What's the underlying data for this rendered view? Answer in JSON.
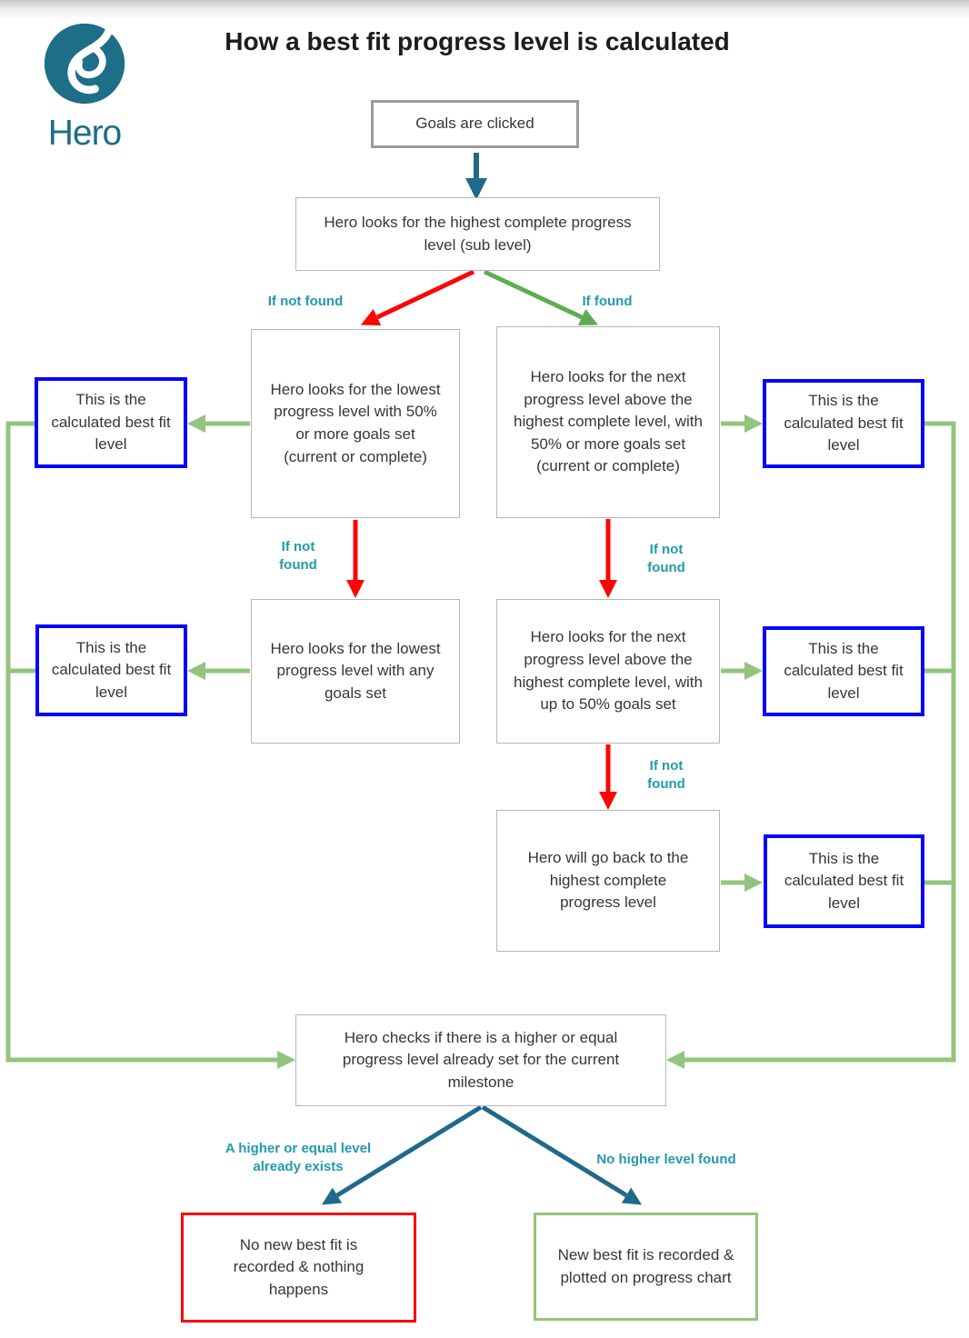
{
  "brand": {
    "name": "Hero"
  },
  "title": "How a best fit progress level is calculated",
  "colors": {
    "logo_teal": "#1d6e87",
    "arrow_teal": "#20698a",
    "label_teal": "#229aad",
    "arrow_red": "#fb0505",
    "arrow_green_light": "#93c47d",
    "arrow_green_diag": "#5fad52",
    "border_blue": "#0404f8",
    "border_gray": "#9b9b9b"
  },
  "nodes": {
    "start": "Goals are clicked",
    "find_highest_complete": "Hero looks for the highest complete progress level (sub level)",
    "lowest_50": "Hero looks for the lowest progress level with 50% or more goals set (current or complete)",
    "next_above_50": "Hero looks for the next progress level above the highest complete level, with 50% or more goals set (current or complete)",
    "lowest_any": "Hero looks for the lowest progress level with any goals set",
    "next_above_upto50": "Hero looks for the next progress level above the highest complete level, with up to 50% goals set",
    "go_back": "Hero will go back to the highest complete progress level",
    "best_fit": "This is the calculated best fit level",
    "check_higher": "Hero checks if there is a higher or equal progress level already set for the current milestone",
    "no_new_best_fit": "No new best fit is recorded & nothing happens",
    "new_best_fit": "New best fit is recorded & plotted on progress chart"
  },
  "edge_labels": {
    "if_not_found": "If not found",
    "if_found": "If found",
    "higher_exists": "A higher or equal level already exists",
    "no_higher_found": "No higher level found"
  }
}
